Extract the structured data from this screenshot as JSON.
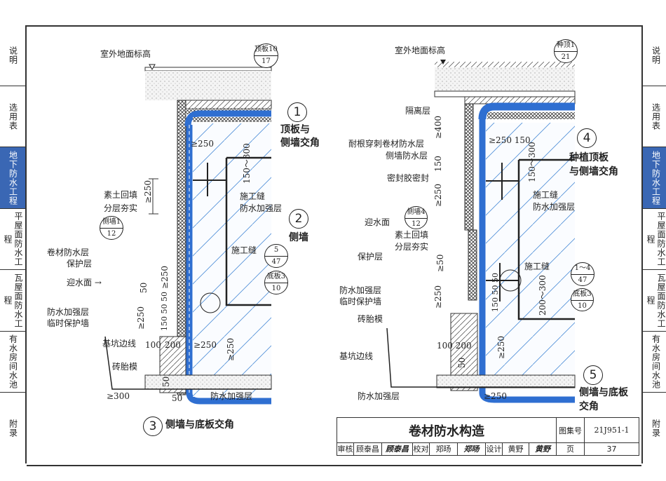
{
  "side_tabs": [
    {
      "label": "说明"
    },
    {
      "label": "选用表"
    },
    {
      "label": "地下防水工程"
    },
    {
      "label": "平屋面防水工程"
    },
    {
      "label": "瓦屋面防水工程"
    },
    {
      "label": "有水房间水池"
    },
    {
      "label": "附录"
    }
  ],
  "active_tab": "地下防水工程",
  "colors": {
    "membrane": "#2f6fd1",
    "tab_active": "#3a67b4"
  },
  "left_detail": {
    "ground": "室外地面标高",
    "ref_roof": {
      "top": "顶板10",
      "bottom": "17"
    },
    "n1": "1",
    "t1a": "顶板与",
    "t1b": "侧墙交角",
    "d250a": "≥250",
    "d150_300": "150～300",
    "backfill1": "素土回填",
    "backfill2": "分层夯实",
    "d250b": "≥250",
    "joint1": "施工缝",
    "reinf1": "防水加强层",
    "n2": "2",
    "t2": "侧墙",
    "ref_wall": {
      "top": "侧墙1",
      "bottom": "12"
    },
    "membrane": "卷材防水层",
    "protect": "保护层",
    "water_face": "迎水面 →",
    "joint2": "施工缝",
    "ref_joint": {
      "top": "5",
      "bottom": "47"
    },
    "ref_base": {
      "top": "底板3",
      "bottom": "10"
    },
    "d50": "50",
    "d250c": "≥250",
    "reinf2": "防水加强层",
    "temp_wall": "临时保护墙",
    "d250d": "≥250",
    "d150_50_50": "150 50 50",
    "pit_edge": "基坑边线",
    "d100": "100",
    "d200": "200",
    "d250e": "≥250",
    "d250f": "≥250",
    "brick_mold": "砖胎模",
    "d50b": "50",
    "d300": "≥300",
    "d50c": "50",
    "reinf3": "防水加强层",
    "n3": "3",
    "t3": "侧墙与底板交角"
  },
  "right_detail": {
    "ground": "室外地面标高",
    "ref_plant": {
      "top": "种顶1",
      "bottom": "21"
    },
    "isolation": "隔离层",
    "d400": "≥400",
    "root_membrane": "耐根穿刺卷材防水层",
    "wall_membrane": "侧墙防水层",
    "d150": "150",
    "sealant": "密封胶密封",
    "d250a": "≥250",
    "d250_150": "≥250 150",
    "d150_300": "150～300",
    "n4": "4",
    "t4a": "种植顶板",
    "t4b": "与侧墙交角",
    "joint1": "施工缝",
    "reinf1": "防水加强层",
    "ref_wall": {
      "top": "侧墙4",
      "bottom": "12"
    },
    "water_face": "迎水面",
    "backfill1": "素土回填",
    "backfill2": "分层夯实",
    "protect": "保护层",
    "d50": "≥50",
    "joint2": "施工缝",
    "ref_joint": {
      "top": "1～4",
      "bottom": "47"
    },
    "reinf2": "防水加强层",
    "temp_wall": "临时保护墙",
    "d250b": "≥250",
    "d150_50_50": "150 50 50",
    "ref_base": {
      "top": "底板3",
      "bottom": "10"
    },
    "d200_300": "200～300",
    "brick_mold": "砖胎模",
    "d100_200": "100 200",
    "d250c": "≥250",
    "d50b": "50",
    "pit_edge": "基坑边线",
    "n5": "5",
    "t5a": "侧墙与底板",
    "t5b": "交角",
    "reinf3": "防水加强层",
    "d250d": "≥250"
  },
  "title_block": {
    "title": "卷材防水构造",
    "atlas_label": "图集号",
    "atlas_no": "21J951-1",
    "review_label": "审核",
    "reviewer": "顾泰昌",
    "review_sig": "顾泰昌",
    "check_label": "校对",
    "checker": "郑旸",
    "check_sig": "郑旸",
    "design_label": "设计",
    "designer": "黄野",
    "design_sig": "黄野",
    "page_label": "页",
    "page_no": "37"
  }
}
